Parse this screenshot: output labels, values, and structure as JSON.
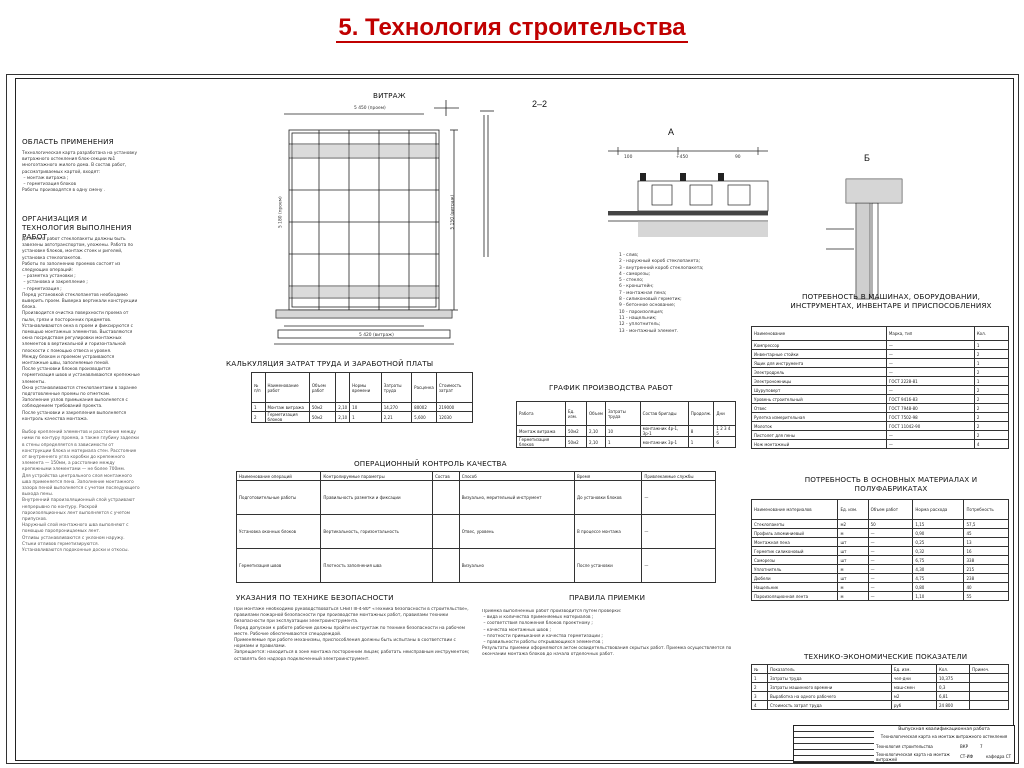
{
  "slide": {
    "title": "5. Технология строительства"
  },
  "drawing": {
    "sections": {
      "scope": "ОБЛАСТЬ ПРИМЕНЕНИЯ",
      "organization": "ОРГАНИЗАЦИЯ И ТЕХНОЛОГИЯ ВЫПОЛНЕНИЯ РАБОТ",
      "vitrazh": "ВИТРАЖ",
      "section_22": "2–2",
      "view_a": "А",
      "view_b": "Б",
      "labor_cost": "КАЛЬКУЛЯЦИЯ ЗАТРАТ ТРУДА И ЗАРАБОТНОЙ ПЛАТЫ",
      "schedule": "ГРАФИК ПРОИЗВОДСТВА РАБОТ",
      "quality": "ОПЕРАЦИОННЫЙ КОНТРОЛЬ КАЧЕСТВА",
      "safety": "УКАЗАНИЯ ПО ТЕХНИКЕ БЕЗОПАСНОСТИ",
      "acceptance": "ПРАВИЛА ПРИЕМКИ",
      "machines": "ПОТРЕБНОСТЬ В МАШИНАХ, ОБОРУДОВАНИИ, ИНСТРУМЕНТАХ, ИНВЕНТАРЕ И ПРИСПОСОБЛЕНИЯХ",
      "materials": "ПОТРЕБНОСТЬ В ОСНОВНЫХ МАТЕРИАЛАХ И ПОЛУФАБРИКАТАХ",
      "tech_econ": "ТЕХНИКО-ЭКОНОМИЧЕСКИЕ ПОКАЗАТЕЛИ"
    },
    "scope_text": "Технологическая карта разработана на установку витражного остекления блок-секции №1 многоэтажного жилого дома. В состав работ, рассматриваемых картой, входят:\n – монтаж витража ;\n – герметизация блоков\nРаботы производятся в одну смену .",
    "organization_text": "До начала работ стеклопакеты должны быть завезены автотранспортом, уложены. Работа по установке блоков, монтаж стоек и ригелей, установка стеклопакетов.\nРаботы по заполнению проемов состоят из следующих операций:\n – разметка установки ;\n – установка и закрепление ;\n – герметизация ;\nПеред установкой стеклопакетов необходимо выверить проем. Выверка вертикали конструкции блока.\nПроизводится очистка поверхности проема от пыли, грязи и посторонних предметов.\nУстанавливаются окна в проем и фиксируются с помощью монтажных элементов. Выставляются окна посредством регулировки монтажных элементов в вертикальной и горизонтальной плоскости с помощью отвеса и уровня.\nМежду блоком и проемом устраиваются монтажные швы, заполняемые пеной.\nПосле установки блоков производится герметизация швов и устанавливаются крепежные элементы.\nОкна устанавливаются стеклопакетами в заранее подготовленные проемы по отметкам.\nЗаполнение узлов примыкания выполняется с соблюдением требований проекта.\nПосле установки и закрепления выполняется контроль качества монтажа.",
    "safety_text": "При монтаже необходимо руководствоваться СНиП III-4-80* «Техника безопасности в строительстве», правилами пожарной безопасности при производстве монтажных работ, правилами техники безопасности при эксплуатации электроинструмента.\nПеред допуском к работе рабочие должны пройти инструктаж по технике безопасности на рабочем месте. Рабочие обеспечиваются спецодеждой.\nПрименяемые при работе механизмы, приспособления должны быть испытаны в соответствии с нормами и правилами.\nЗапрещается: находиться в зоне монтажа посторонним лицам; работать неисправным инструментом; оставлять без надзора подключенный электроинструмент.",
    "acceptance_text": "Приемка выполненных работ производится путем проверки:\n – вида и количества применяемых материалов ;\n – соответствия положения блоков проектному ;\n – качества монтажных швов ;\n – плотности примыкания и качества герметизации ;\n – правильности работы открывающихся элементов ;\nРезультаты приемки оформляются актом освидетельствования скрытых работ. Приемка осуществляется по окончании монтажа блоков до начала отделочных работ.",
    "legend": [
      "1 - слив;",
      "2 - наружный короб стеклопакета;",
      "3 - внутренний короб стеклопакета;",
      "4 - саморезы;",
      "5 - стекло;",
      "6 - кронштейн;",
      "7 - монтажная пена;",
      "8 - силиконовый герметик;",
      "9 - бетонное основание;",
      "10 - пароизоляция;",
      "11 - нащельник;",
      "12 - уплотнитель;",
      "13 - монтажный элемент."
    ],
    "dims": {
      "top_width": "5 450 (проем)",
      "bottom_width": "5 420 (витраж)",
      "height": "5 180 (проем)",
      "height2": "5 150 (витраж)",
      "d100": "100",
      "d450": "+450",
      "d90": "90"
    },
    "labor_table": {
      "headers": [
        "№ п/п",
        "Наименование работ",
        "Объем работ",
        "Нормы времени",
        "Затраты труда",
        "Расценка",
        "Стоимость затрат"
      ],
      "rows": [
        [
          "1",
          "Монтаж витража",
          "50м2",
          "2,10",
          "10",
          "14,270",
          "80002",
          "219000"
        ],
        [
          "2",
          "Герметизация блоков",
          "50м2",
          "2,10",
          "1",
          "2,21",
          "5,600",
          "12030"
        ]
      ]
    },
    "schedule_table": {
      "headers": [
        "Работа",
        "Ед. изм.",
        "Объем",
        "Затраты труда",
        "Состав бригады",
        "Продолж.",
        "Дни"
      ],
      "rows": [
        [
          "Монтаж витража",
          "50м2",
          "2,10",
          "10",
          "монтажник 4р-1, 3р-1",
          "8",
          "1 2 3 4 5"
        ],
        [
          "Герметизация блоков",
          "50м2",
          "2,10",
          "1",
          "монтажник 3р-1",
          "1",
          "6"
        ]
      ]
    },
    "quality_table": {
      "headers": [
        "Наименование операций",
        "Контролируемые параметры",
        "Состав",
        "Способ",
        "Время",
        "Привлекаемые службы"
      ],
      "rows": [
        [
          "Подготовительные работы",
          "Правильность разметки и фиксации",
          "Визуально, мерительный инструмент",
          "До установки блоков",
          "—"
        ],
        [
          "Установка оконных блоков",
          "Вертикальность, горизонтальность",
          "Отвес, уровень",
          "В процессе монтажа",
          "—"
        ],
        [
          "Герметизация швов",
          "Плотность заполнения шва",
          "Визуально",
          "После установки",
          "—"
        ]
      ]
    },
    "machines_table": {
      "headers": [
        "Наименование",
        "Марка, тип",
        "Кол."
      ],
      "rows": [
        [
          "Компрессор",
          "—",
          "1"
        ],
        [
          "Инвентарные стойки",
          "—",
          "2"
        ],
        [
          "Ящик для инструмента",
          "—",
          "1"
        ],
        [
          "Электродрель",
          "—",
          "2"
        ],
        [
          "Электроножницы",
          "ГОСТ 2228-81",
          "1"
        ],
        [
          "Шуруповерт",
          "—",
          "2"
        ],
        [
          "Уровень строительный",
          "ГОСТ 9416-83",
          "2"
        ],
        [
          "Отвес",
          "ГОСТ 7948-80",
          "2"
        ],
        [
          "Рулетка измерительная",
          "ГОСТ 7502-98",
          "2"
        ],
        [
          "Молоток",
          "ГОСТ 11042-90",
          "2"
        ],
        [
          "Пистолет для пены",
          "—",
          "2"
        ],
        [
          "Нож монтажный",
          "—",
          "4"
        ]
      ]
    },
    "materials_table": {
      "headers": [
        "Наименование материалов",
        "Ед. изм.",
        "Объем работ",
        "Норма расхода",
        "Потребность"
      ],
      "rows": [
        [
          "Стеклопакеты",
          "м2",
          "50",
          "1,15",
          "57,5"
        ],
        [
          "Профиль алюминиевый",
          "м",
          "—",
          "0,90",
          "45"
        ],
        [
          "Монтажная пена",
          "шт",
          "—",
          "0,25",
          "13"
        ],
        [
          "Герметик силиконовый",
          "шт",
          "—",
          "0,32",
          "16"
        ],
        [
          "Саморезы",
          "шт",
          "—",
          "6,75",
          "338"
        ],
        [
          "Уплотнитель",
          "м",
          "—",
          "4,30",
          "215"
        ],
        [
          "Дюбели",
          "шт",
          "—",
          "4,75",
          "238"
        ],
        [
          "Нащельник",
          "м",
          "—",
          "0,80",
          "40"
        ],
        [
          "Пароизоляционная лента",
          "м",
          "—",
          "1,10",
          "55"
        ]
      ]
    },
    "tep_table": {
      "headers": [
        "№",
        "Показатель",
        "Ед. изм.",
        "Кол.",
        "Примеч."
      ],
      "rows": [
        [
          "1",
          "Затраты труда",
          "чел-дни",
          "10,375",
          ""
        ],
        [
          "2",
          "Затраты машинного времени",
          "маш-смен",
          "0,3",
          ""
        ],
        [
          "3",
          "Выработка на одного рабочего",
          "м2",
          "6,81",
          ""
        ],
        [
          "4",
          "Стоимость затрат труда",
          "руб",
          "24 800",
          ""
        ]
      ]
    },
    "stamp": {
      "title": "Выпускная квалификационная работа",
      "subtitle": "Технологическая карта на монтаж витражного остекления",
      "section": "Технология строительства",
      "sheet_name": "Технологическая карта на монтаж витражей",
      "stage": "ВКР",
      "sheet": "7",
      "sheets": "",
      "group": "СТ-ИФ",
      "org": "кафедра СТ"
    }
  }
}
